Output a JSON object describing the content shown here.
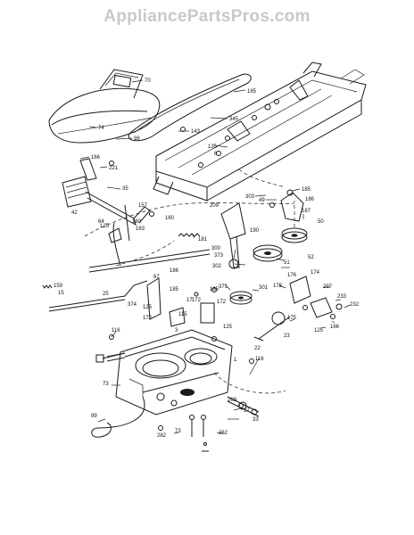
{
  "watermark": "AppliancePartsPros.com",
  "callouts": {
    "c70": "70",
    "c185a": "185",
    "c345": "345",
    "c143": "143",
    "c74": "74",
    "c98": "98",
    "c135": "135",
    "c6": "6",
    "c166a": "166",
    "c221": "221",
    "c35": "35",
    "c42": "42",
    "c157": "157",
    "c303": "303",
    "c49": "49",
    "c185b": "185",
    "c186": "186",
    "c187": "187",
    "c50": "50",
    "c64": "64",
    "c160a": "160",
    "c163": "163",
    "c181": "181",
    "c209": "209",
    "c190": "190",
    "c300": "300",
    "c373": "373",
    "c51": "51",
    "c52": "52",
    "c186b": "186",
    "c302": "302",
    "c174": "174",
    "c176": "176",
    "c159": "159",
    "c15": "15",
    "c25": "25",
    "c67": "67",
    "c185c": "185",
    "c165": "165",
    "c375": "375",
    "c301": "301",
    "c178": "178",
    "c297": "297",
    "c233": "233",
    "c17": "17",
    "c374": "374",
    "c125a": "125",
    "c115": "115",
    "c172a": "172",
    "c172b": "172",
    "c172c": "172",
    "c125b": "125",
    "c3": "3",
    "c175": "175",
    "c232": "232",
    "c22": "22",
    "c23": "23",
    "c125c": "125",
    "c166b": "166",
    "c116a": "116",
    "c116b": "116",
    "c1": "1",
    "c73a": "73",
    "c99": "99",
    "c269": "269",
    "c37": "37",
    "c33": "33",
    "c262": "262",
    "c73b": "73",
    "c282": "282",
    "c160b": "160",
    "c125d": "125"
  }
}
